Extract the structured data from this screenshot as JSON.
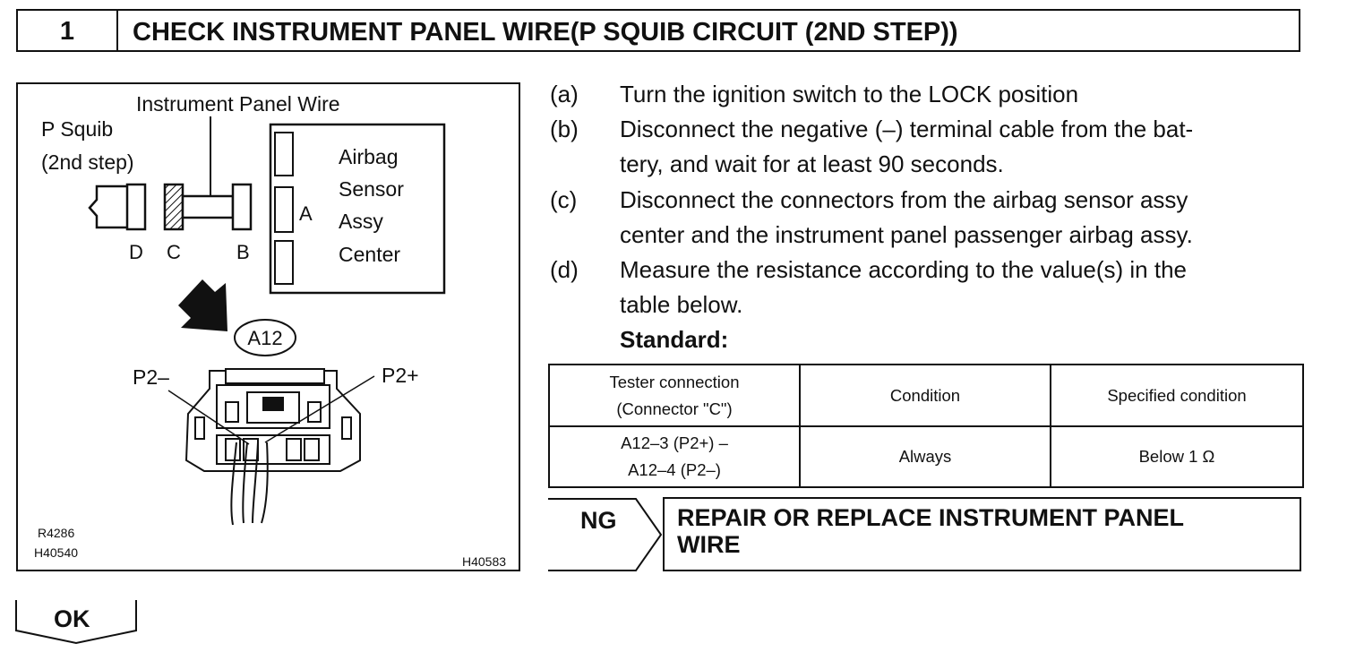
{
  "header": {
    "step_number": "1",
    "title": "CHECK INSTRUMENT PANEL WIRE(P SQUIB CIRCUIT (2ND STEP))"
  },
  "figure": {
    "label_wire": "Instrument Panel Wire",
    "label_squib_1": "P Squib",
    "label_squib_2": "(2nd step)",
    "label_sensor_1": "Airbag",
    "label_sensor_2": "Sensor",
    "label_sensor_3": "Assy",
    "label_sensor_4": "Center",
    "label_A": "A",
    "label_B": "B",
    "label_C": "C",
    "label_D": "D",
    "connector_id": "A12",
    "pin_neg": "P2–",
    "pin_pos": "P2+",
    "code_1": "R4286",
    "code_2": "H40540",
    "code_3": "H40583"
  },
  "steps": {
    "a_letter": "(a)",
    "a_line1": "Turn the ignition switch to the LOCK position",
    "b_letter": "(b)",
    "b_line1": "Disconnect the negative (–) terminal cable from the bat-",
    "b_line2": "tery, and wait for at least 90 seconds.",
    "c_letter": "(c)",
    "c_line1": "Disconnect the connectors from the airbag sensor assy",
    "c_line2": "center and the instrument panel passenger airbag assy.",
    "d_letter": "(d)",
    "d_line1": "Measure the resistance according to the value(s) in the",
    "d_line2": "table below.",
    "standard_label": "Standard:"
  },
  "table": {
    "headers": {
      "tester_1": "Tester connection",
      "tester_2": "(Connector \"C\")",
      "condition": "Condition",
      "specified": "Specified condition"
    },
    "row": {
      "connection_1": "A12–3 (P2+) –",
      "connection_2": "A12–4 (P2–)",
      "condition": "Always",
      "specified": "Below 1 Ω"
    }
  },
  "ng": {
    "label": "NG",
    "action_line1": "REPAIR OR REPLACE INSTRUMENT PANEL",
    "action_line2": "WIRE"
  },
  "ok": {
    "label": "OK"
  }
}
